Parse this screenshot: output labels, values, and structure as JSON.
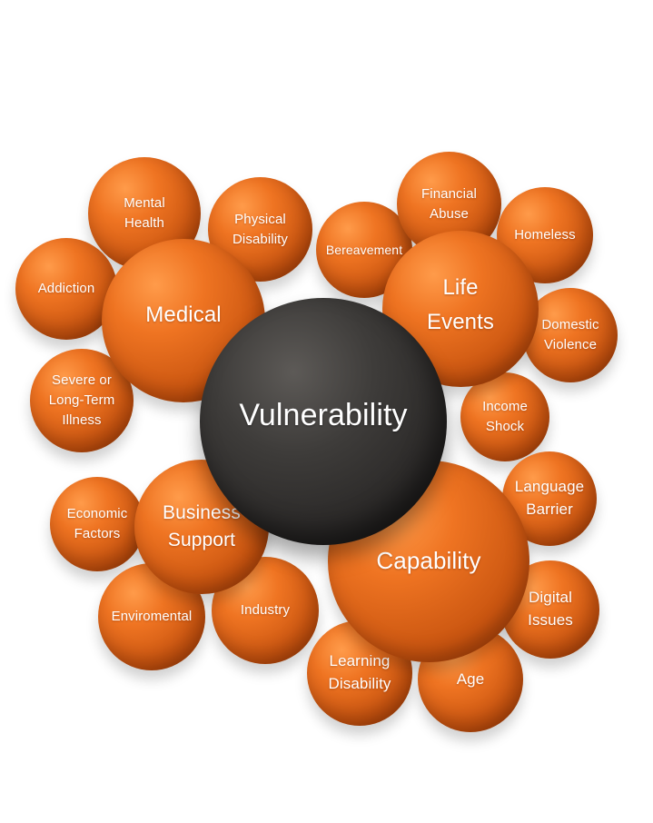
{
  "center": {
    "label": "Vulnerability",
    "color": "#2f2d2c"
  },
  "accent_color": "#e8691c",
  "categories": {
    "medical": "Medical",
    "life_events": "Life Events",
    "business_support": "Business Support",
    "capability": "Capability"
  },
  "factors": {
    "mental_health": "Mental Health",
    "physical_disability": "Physical Disability",
    "addiction": "Addiction",
    "severe_illness": "Severe or Long-Term Illness",
    "bereavement": "Bereavement",
    "financial_abuse": "Financial Abuse",
    "homeless": "Homeless",
    "domestic_violence": "Domestic Violence",
    "income_shock": "Income Shock",
    "economic_factors": "Economic Factors",
    "enviromental": "Enviromental",
    "industry": "Industry",
    "language_barrier": "Language Barrier",
    "digital_issues": "Digital Issues",
    "learning_disability": "Learning Disability",
    "age": "Age"
  }
}
